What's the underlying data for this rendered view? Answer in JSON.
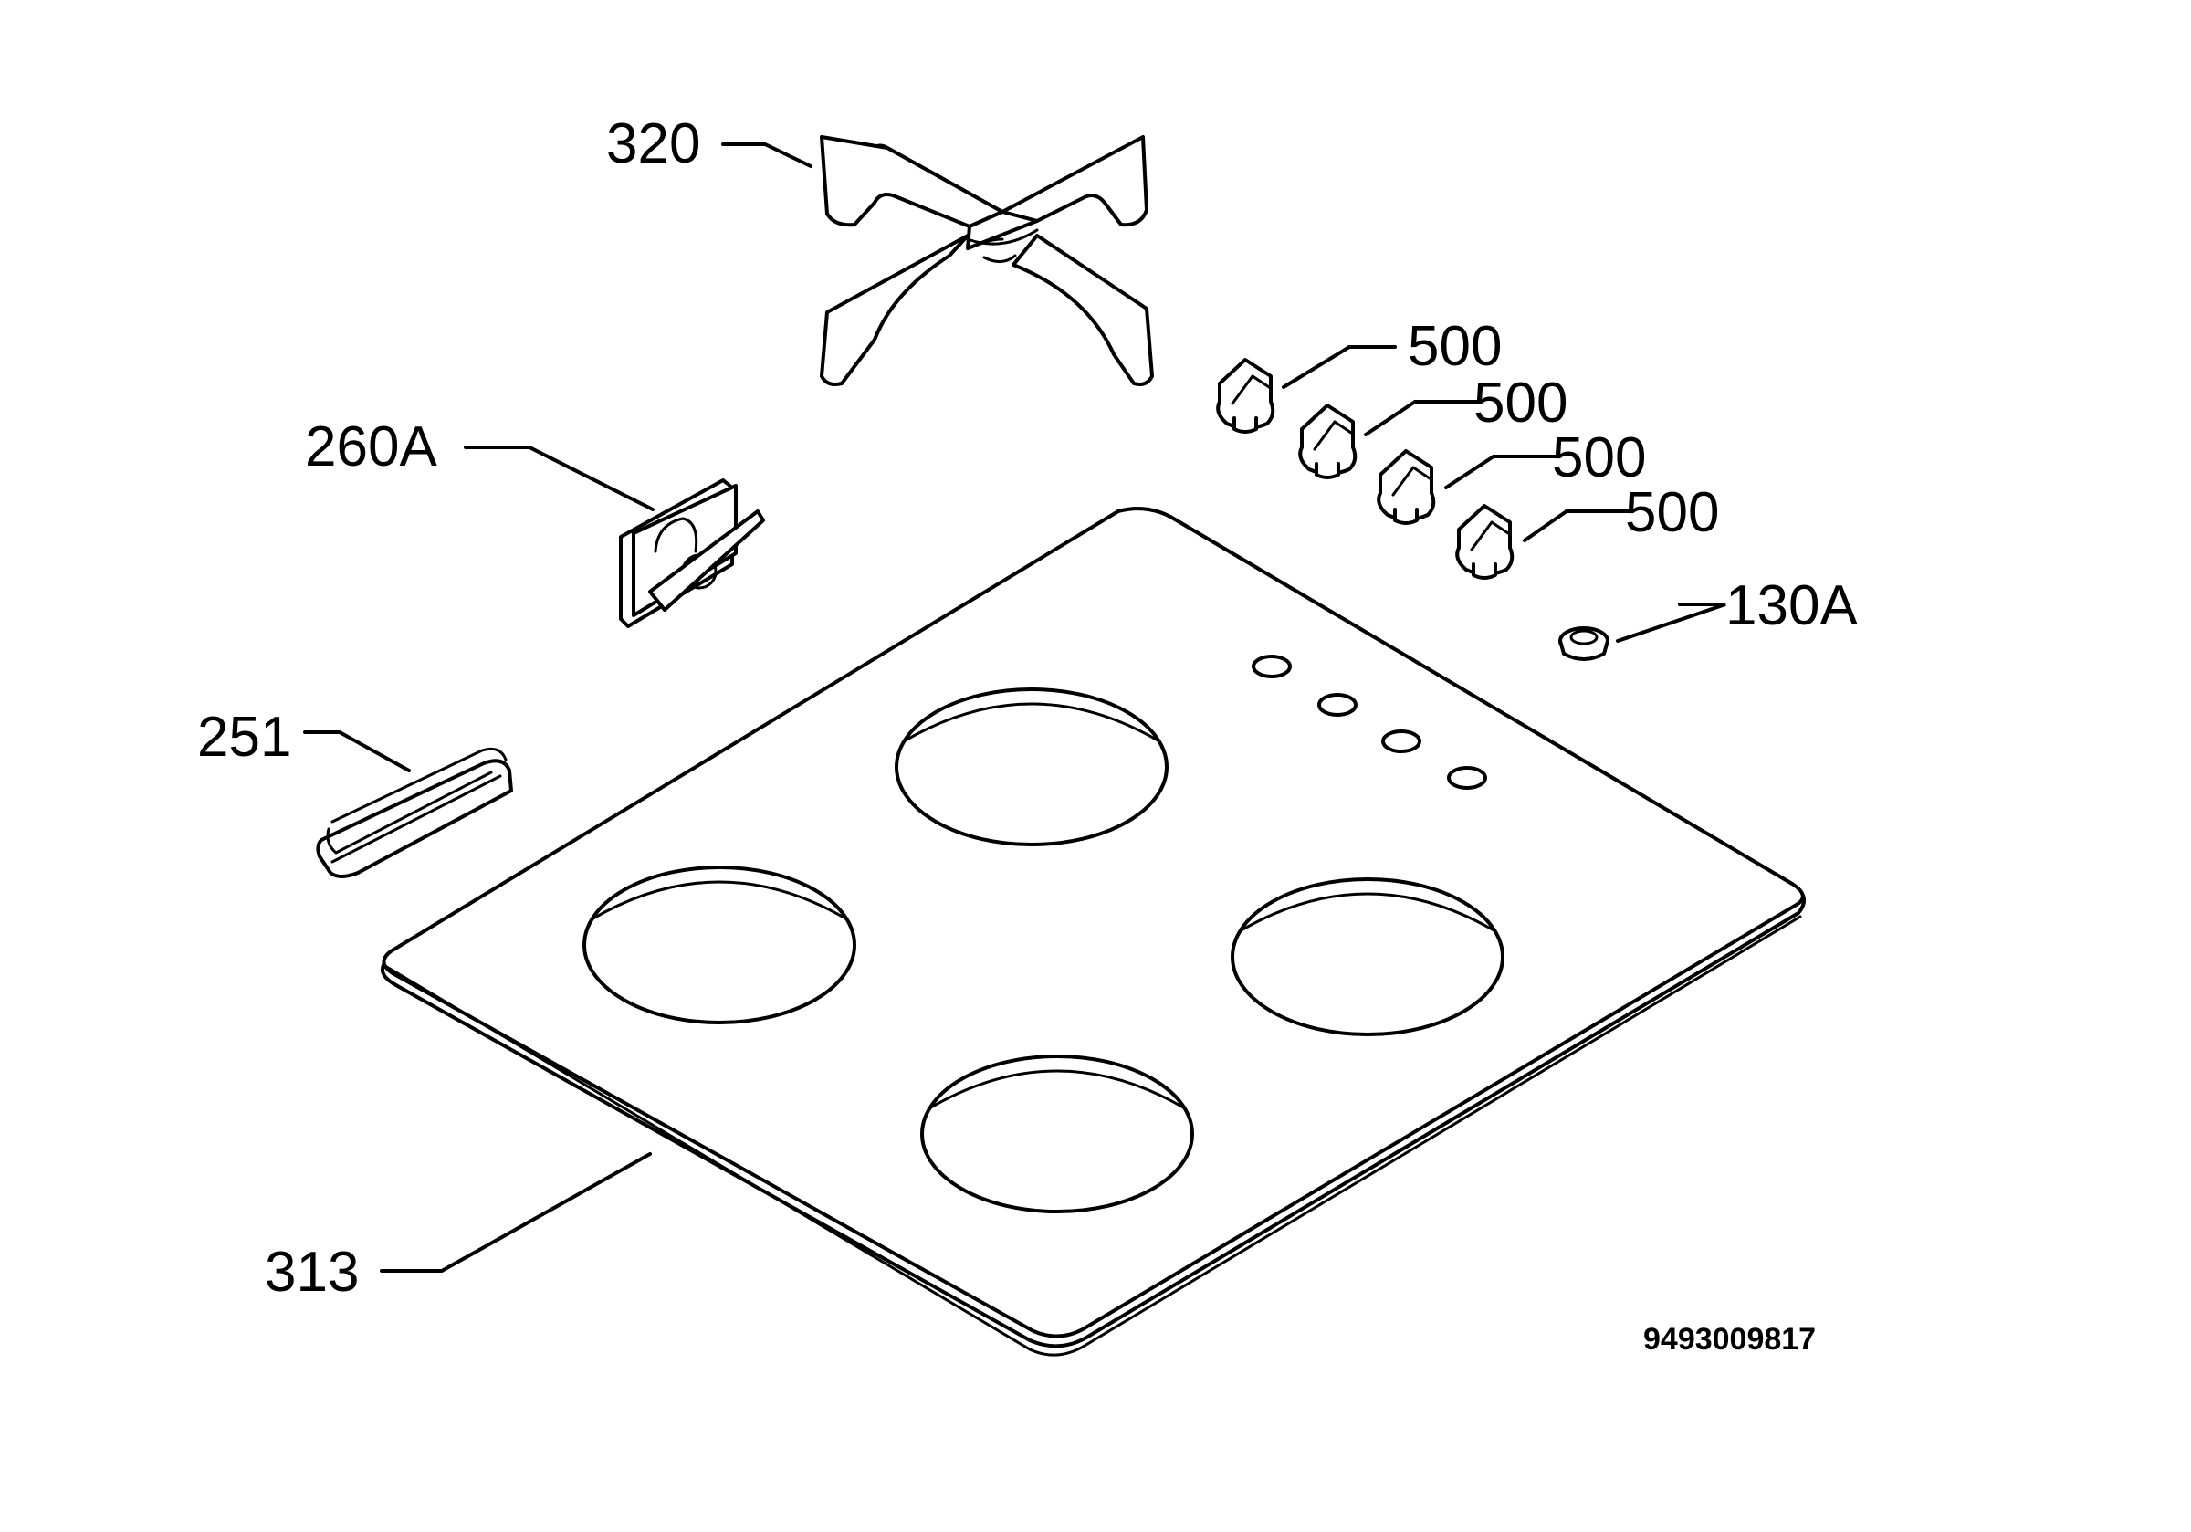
{
  "diagram": {
    "part_labels": {
      "grid": "320",
      "switch_box": "260A",
      "clamp": "251",
      "hob_top": "313",
      "knob_1": "500",
      "knob_2": "500",
      "knob_3": "500",
      "knob_4": "500",
      "plug": "130A"
    },
    "document_number": "9493009817"
  }
}
